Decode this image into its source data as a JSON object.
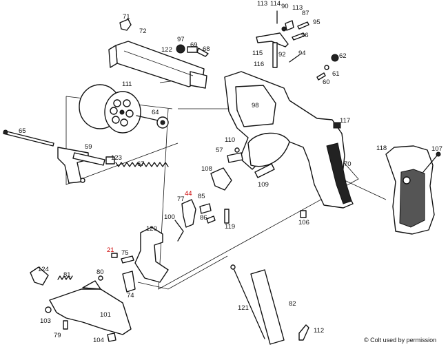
{
  "copyright": "© Colt used by permission",
  "labels": [
    {
      "text": "71",
      "red": false
    },
    {
      "text": "72",
      "red": false
    },
    {
      "text": "113",
      "red": false
    },
    {
      "text": "114",
      "red": false
    },
    {
      "text": "90",
      "red": false
    },
    {
      "text": "113",
      "red": false
    },
    {
      "text": "87",
      "red": false
    },
    {
      "text": "95",
      "red": false
    },
    {
      "text": "96",
      "red": false
    },
    {
      "text": "97",
      "red": false
    },
    {
      "text": "69",
      "red": false
    },
    {
      "text": "68",
      "red": false
    },
    {
      "text": "122",
      "red": false
    },
    {
      "text": "115",
      "red": false
    },
    {
      "text": "92",
      "red": false
    },
    {
      "text": "94",
      "red": false
    },
    {
      "text": "116",
      "red": false
    },
    {
      "text": "62",
      "red": false
    },
    {
      "text": "61",
      "red": false
    },
    {
      "text": "60",
      "red": false
    },
    {
      "text": "111",
      "red": false
    },
    {
      "text": "98",
      "red": false
    },
    {
      "text": "64",
      "red": false
    },
    {
      "text": "117",
      "red": false
    },
    {
      "text": "65",
      "red": false
    },
    {
      "text": "110",
      "red": false
    },
    {
      "text": "59",
      "red": false
    },
    {
      "text": "57",
      "red": false
    },
    {
      "text": "123",
      "red": false
    },
    {
      "text": "67",
      "red": false
    },
    {
      "text": "118",
      "red": false
    },
    {
      "text": "107",
      "red": false
    },
    {
      "text": "70",
      "red": false
    },
    {
      "text": "108",
      "red": false
    },
    {
      "text": "109",
      "red": false
    },
    {
      "text": "44",
      "red": true
    },
    {
      "text": "77",
      "red": false
    },
    {
      "text": "85",
      "red": false
    },
    {
      "text": "86",
      "red": false
    },
    {
      "text": "100",
      "red": false
    },
    {
      "text": "119",
      "red": false
    },
    {
      "text": "106",
      "red": false
    },
    {
      "text": "120",
      "red": false
    },
    {
      "text": "21",
      "red": true
    },
    {
      "text": "75",
      "red": false
    },
    {
      "text": "124",
      "red": false
    },
    {
      "text": "81",
      "red": false
    },
    {
      "text": "80",
      "red": false
    },
    {
      "text": "74",
      "red": false
    },
    {
      "text": "121",
      "red": false
    },
    {
      "text": "82",
      "red": false
    },
    {
      "text": "101",
      "red": false
    },
    {
      "text": "103",
      "red": false
    },
    {
      "text": "79",
      "red": false
    },
    {
      "text": "104",
      "red": false
    },
    {
      "text": "112",
      "red": false
    }
  ]
}
